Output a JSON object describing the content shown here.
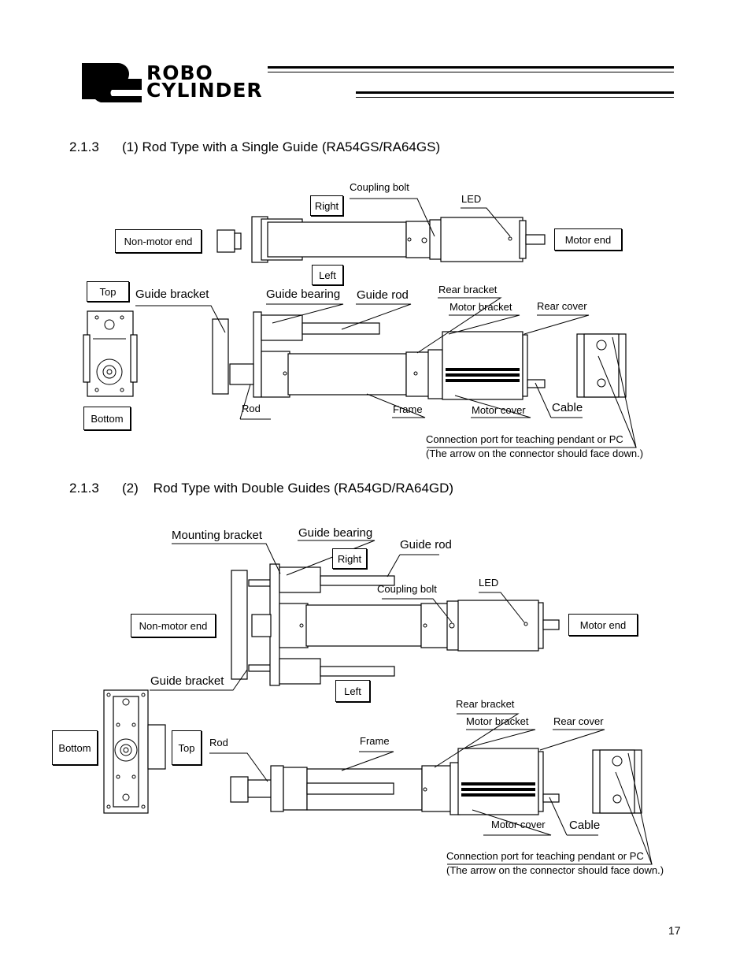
{
  "header": {
    "logo_mark": "RC",
    "logo_line1": "ROBO",
    "logo_line2": "CYLINDER"
  },
  "section1": {
    "heading_number": "2.1.3",
    "heading_text": "(1) Rod Type with a Single Guide (RA54GS/RA64GS)",
    "labels": {
      "coupling_bolt": "Coupling bolt",
      "led": "LED",
      "right": "Right",
      "left": "Left",
      "non_motor_end": "Non-motor end",
      "motor_end": "Motor end",
      "top": "Top",
      "bottom": "Bottom",
      "guide_bracket": "Guide bracket",
      "guide_bearing": "Guide bearing",
      "guide_rod": "Guide rod",
      "rear_bracket": "Rear bracket",
      "motor_bracket": "Motor bracket",
      "rear_cover": "Rear cover",
      "rod": "Rod",
      "frame": "Frame",
      "motor_cover": "Motor cover",
      "cable": "Cable",
      "connection_port": "Connection port for teaching pendant or PC",
      "connection_note": "(The arrow on the connector should face down.)"
    }
  },
  "section2": {
    "heading_number": "2.1.3",
    "heading_text": "(2)    Rod Type with Double Guides (RA54GD/RA64GD)",
    "labels": {
      "mounting_bracket": "Mounting bracket",
      "guide_bearing": "Guide bearing",
      "guide_rod": "Guide rod",
      "right": "Right",
      "coupling_bolt": "Coupling bolt",
      "led": "LED",
      "non_motor_end": "Non-motor end",
      "motor_end": "Motor end",
      "guide_bracket": "Guide bracket",
      "left": "Left",
      "rear_bracket": "Rear bracket",
      "motor_bracket": "Motor bracket",
      "rear_cover": "Rear cover",
      "bottom": "Bottom",
      "top": "Top",
      "rod": "Rod",
      "frame": "Frame",
      "motor_cover": "Motor cover",
      "cable": "Cable",
      "connection_port": "Connection port for teaching pendant or PC",
      "connection_note": "(The arrow on the connector should face down.)"
    }
  },
  "footer": {
    "page_number": "17"
  }
}
